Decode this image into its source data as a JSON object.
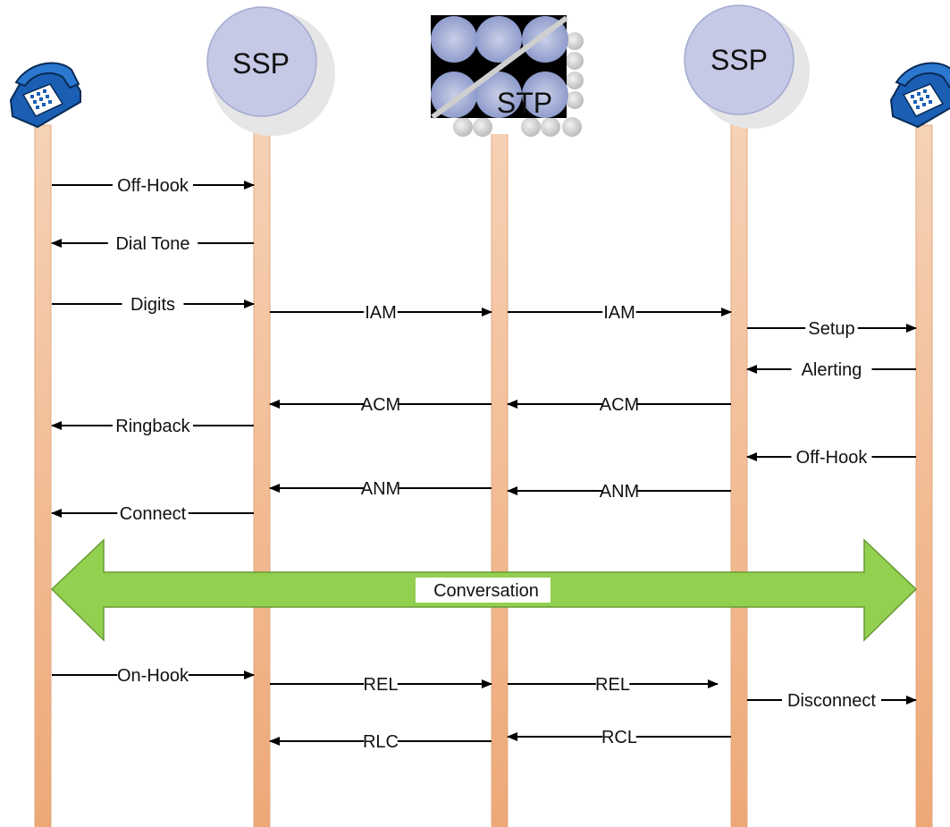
{
  "nodes": {
    "ssp_left": "SSP",
    "stp": "STP",
    "ssp_right": "SSP"
  },
  "conversation": "Conversation",
  "messages": [
    {
      "text": "Off-Hook",
      "from": "phone_a",
      "to": "ssp_a"
    },
    {
      "text": "Dial Tone",
      "from": "ssp_a",
      "to": "phone_a"
    },
    {
      "text": "Digits",
      "from": "phone_a",
      "to": "ssp_a"
    },
    {
      "text": "IAM",
      "from": "ssp_a",
      "to": "stp"
    },
    {
      "text": "IAM",
      "from": "stp",
      "to": "ssp_b"
    },
    {
      "text": "Setup",
      "from": "ssp_b",
      "to": "phone_b"
    },
    {
      "text": "Alerting",
      "from": "phone_b",
      "to": "ssp_b"
    },
    {
      "text": "ACM",
      "from": "stp",
      "to": "ssp_a"
    },
    {
      "text": "ACM",
      "from": "ssp_b",
      "to": "stp"
    },
    {
      "text": "Ringback",
      "from": "ssp_a",
      "to": "phone_a"
    },
    {
      "text": "Off-Hook",
      "from": "phone_b",
      "to": "ssp_b"
    },
    {
      "text": "ANM",
      "from": "stp",
      "to": "ssp_a"
    },
    {
      "text": "ANM",
      "from": "ssp_b",
      "to": "stp"
    },
    {
      "text": "Connect",
      "from": "ssp_a",
      "to": "phone_a"
    },
    {
      "text": "On-Hook",
      "from": "phone_a",
      "to": "ssp_a"
    },
    {
      "text": "REL",
      "from": "ssp_a",
      "to": "stp"
    },
    {
      "text": "REL",
      "from": "stp",
      "to": "ssp_b"
    },
    {
      "text": "Disconnect",
      "from": "ssp_b",
      "to": "phone_b"
    },
    {
      "text": "RLC",
      "from": "stp",
      "to": "ssp_a"
    },
    {
      "text": "RCL",
      "from": "ssp_b",
      "to": "stp"
    }
  ],
  "colors": {
    "lifeline_top": "#f3c9a8",
    "lifeline_bottom": "#eea877",
    "lifeline_border": "#d9a07a",
    "node_fill": "#c5c9e6",
    "node_stroke": "#9a9fc9",
    "phone_blue": "#1a6bc4",
    "conversation_green": "#92d050",
    "conversation_border": "#6a9b36",
    "arrow": "#000000"
  }
}
